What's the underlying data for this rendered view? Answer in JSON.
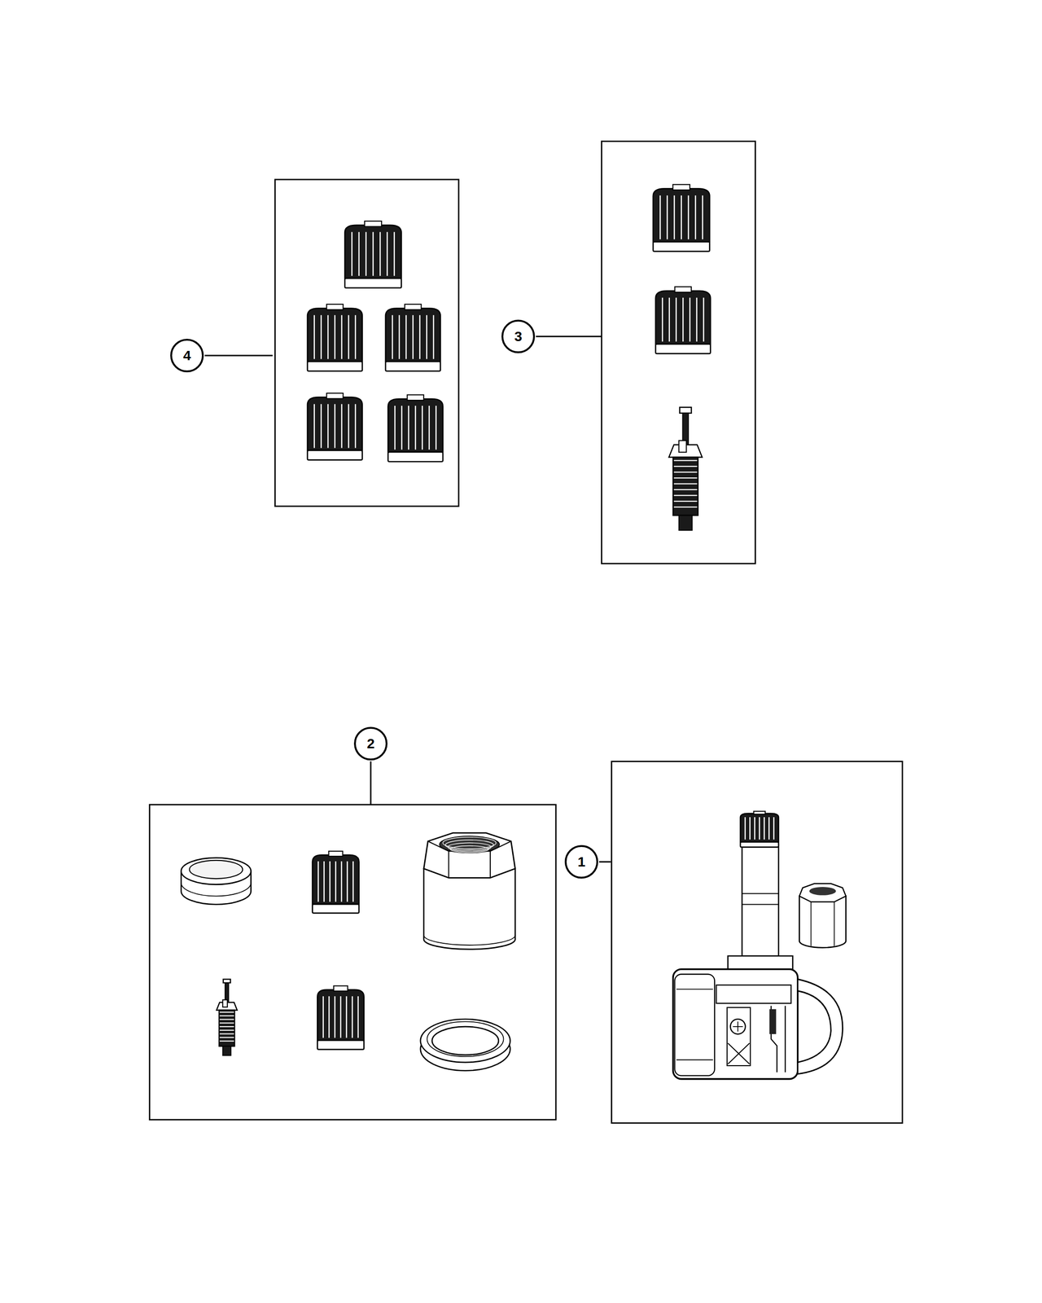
{
  "diagram": {
    "nodes": [
      {
        "text": [
          "4"
        ]
      },
      {
        "text": [
          "3"
        ]
      },
      {
        "text": [
          "2"
        ]
      },
      {
        "text": [
          "1"
        ]
      }
    ]
  }
}
